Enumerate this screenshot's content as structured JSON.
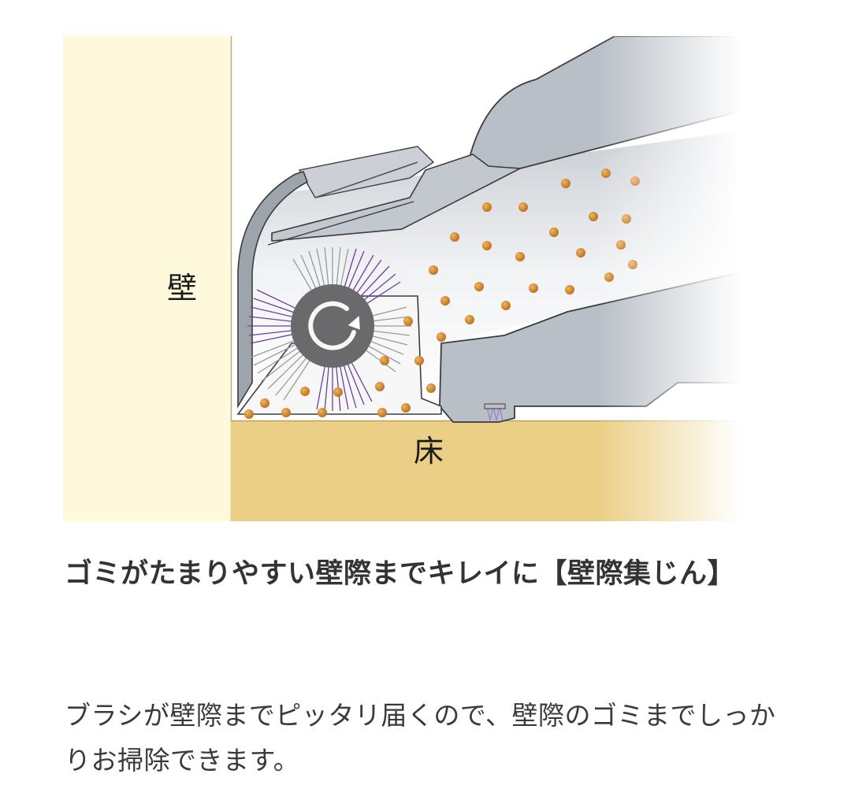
{
  "figure": {
    "labels": {
      "wall": "壁",
      "floor": "床"
    },
    "colors": {
      "wall": "#fef8dc",
      "floor": "#ebcf86",
      "body_gray": "#b8bec6",
      "roller": "#6a6a6c",
      "bristle_purple": "#6b3fa0",
      "bristle_gray": "#9a9a9a",
      "dust": "#c97f2a"
    },
    "icons": [
      "rotation-arrow-icon"
    ]
  },
  "caption": {
    "title": "ゴミがたまりやすい壁際までキレイに【壁際集じん】",
    "body": "ブラシが壁際までピッタリ届くので、壁際のゴミまでしっかりお掃除できます。"
  }
}
